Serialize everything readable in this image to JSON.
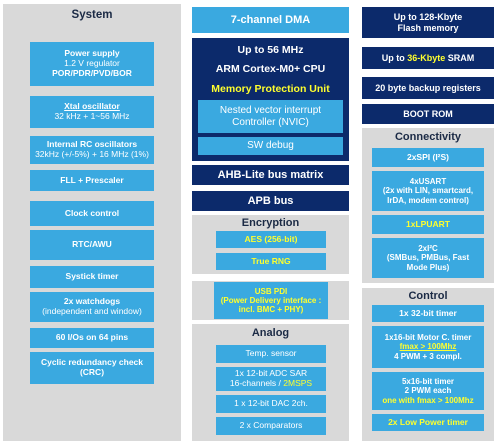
{
  "system": {
    "title": "System",
    "power": {
      "title": "Power supply",
      "line1": "1.2 V regulator",
      "line2": "POR/PDR/PVD/BOR"
    },
    "xtal": {
      "title": "Xtal oscillator",
      "line1": "32 kHz + 1~56 MHz"
    },
    "rc": {
      "title": "Internal RC oscillators",
      "line1": "32kHz (+/-5%) + 16 MHz (1%)"
    },
    "fll": "FLL + Prescaler",
    "clock": "Clock control",
    "rtc": "RTC/AWU",
    "systick": "Systick timer",
    "watchdogs": {
      "line1": "2x watchdogs",
      "line2": "(independent and window)"
    },
    "ios": "60 I/Os on 64 pins",
    "crc": {
      "line1": "Cyclic redundancy check",
      "line2": "(CRC)"
    }
  },
  "core": {
    "dma": "7-channel DMA",
    "freq": "Up to 56 MHz",
    "cpu": "ARM Cortex-M0+ CPU",
    "mpu": "Memory Protection Unit",
    "nvic": {
      "line1": "Nested vector interrupt",
      "line2": "Controller (NVIC)"
    },
    "swdebug": "SW debug",
    "ahb": "AHB-Lite bus matrix",
    "apb": "APB bus"
  },
  "encryption": {
    "title": "Encryption",
    "aes": "AES (256-bit)",
    "rng": "True RNG"
  },
  "usb": {
    "line1": "USB PDI",
    "line2": "(Power Delivery interface :",
    "line3": "incl. BMC + PHY)"
  },
  "analog": {
    "title": "Analog",
    "temp": "Temp. sensor",
    "adc": {
      "line1": "1x 12-bit ADC SAR",
      "line2a": "16-channels / ",
      "line2b": "2MSPS"
    },
    "dac": "1 x 12-bit DAC 2ch.",
    "comp": "2 x Comparators"
  },
  "memory": {
    "flash": {
      "line1": "Up to 128-Kbyte",
      "line2": "Flash memory"
    },
    "sram": {
      "a": "Up to ",
      "b": "36-Kbyte",
      "c": " SRAM"
    },
    "backup": "20 byte backup registers",
    "bootrom": "BOOT ROM"
  },
  "connectivity": {
    "title": "Connectivity",
    "spi": "2xSPI (I²S)",
    "usart": {
      "line1": "4xUSART",
      "line2": "(2x with LIN, smartcard,",
      "line3": "IrDA, modem control)"
    },
    "lpuart": "1xLPUART",
    "i2c": {
      "line1": "2xI²C",
      "line2": "(SMBus, PMBus, Fast",
      "line3": "Mode Plus)"
    }
  },
  "control": {
    "title": "Control",
    "t32": "1x 32-bit timer",
    "motor": {
      "line1": "1x16-bit  Motor C. timer",
      "line2": "fmax > 100Mhz",
      "line3": "4 PWM + 3 compl."
    },
    "t16": {
      "line1": "5x16-bit timer",
      "line2": "2 PWM each",
      "line3": "one with fmax > 100Mhz"
    },
    "lp": "2x Low Power timer"
  }
}
